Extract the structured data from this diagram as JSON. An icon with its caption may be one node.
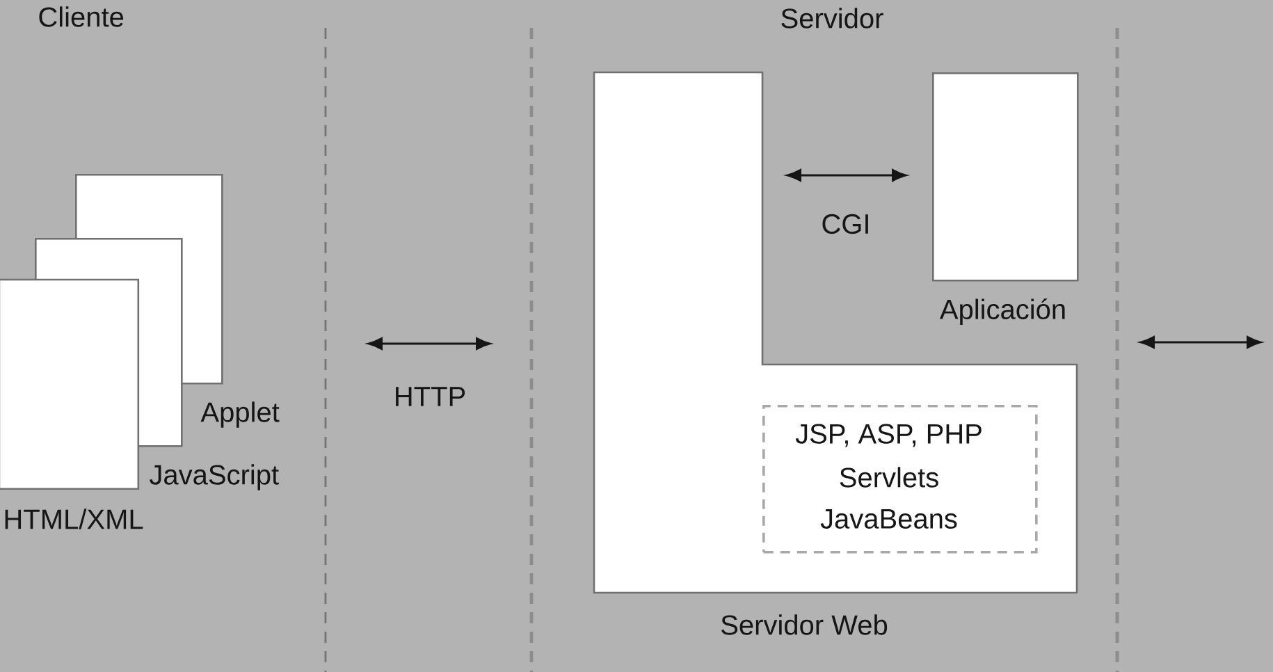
{
  "diagram": {
    "nodes": [
      {
        "text": [
          "Applet"
        ]
      },
      {
        "text": [
          "JavaScript"
        ]
      },
      {
        "text": [
          "HTML/XML"
        ]
      },
      {
        "text": [
          "Servidor Web"
        ]
      },
      {
        "text": [
          "JSP, ASP, PHP",
          "Servlets",
          "JavaBeans"
        ],
        "in": 3
      },
      {
        "text": [
          "Aplicación"
        ]
      }
    ],
    "edges": [
      {
        "from": 3,
        "to": 5,
        "arrow": "both",
        "label": "CGI"
      }
    ],
    "labels": [
      "Cliente",
      "Servidor",
      "HTTP"
    ]
  }
}
